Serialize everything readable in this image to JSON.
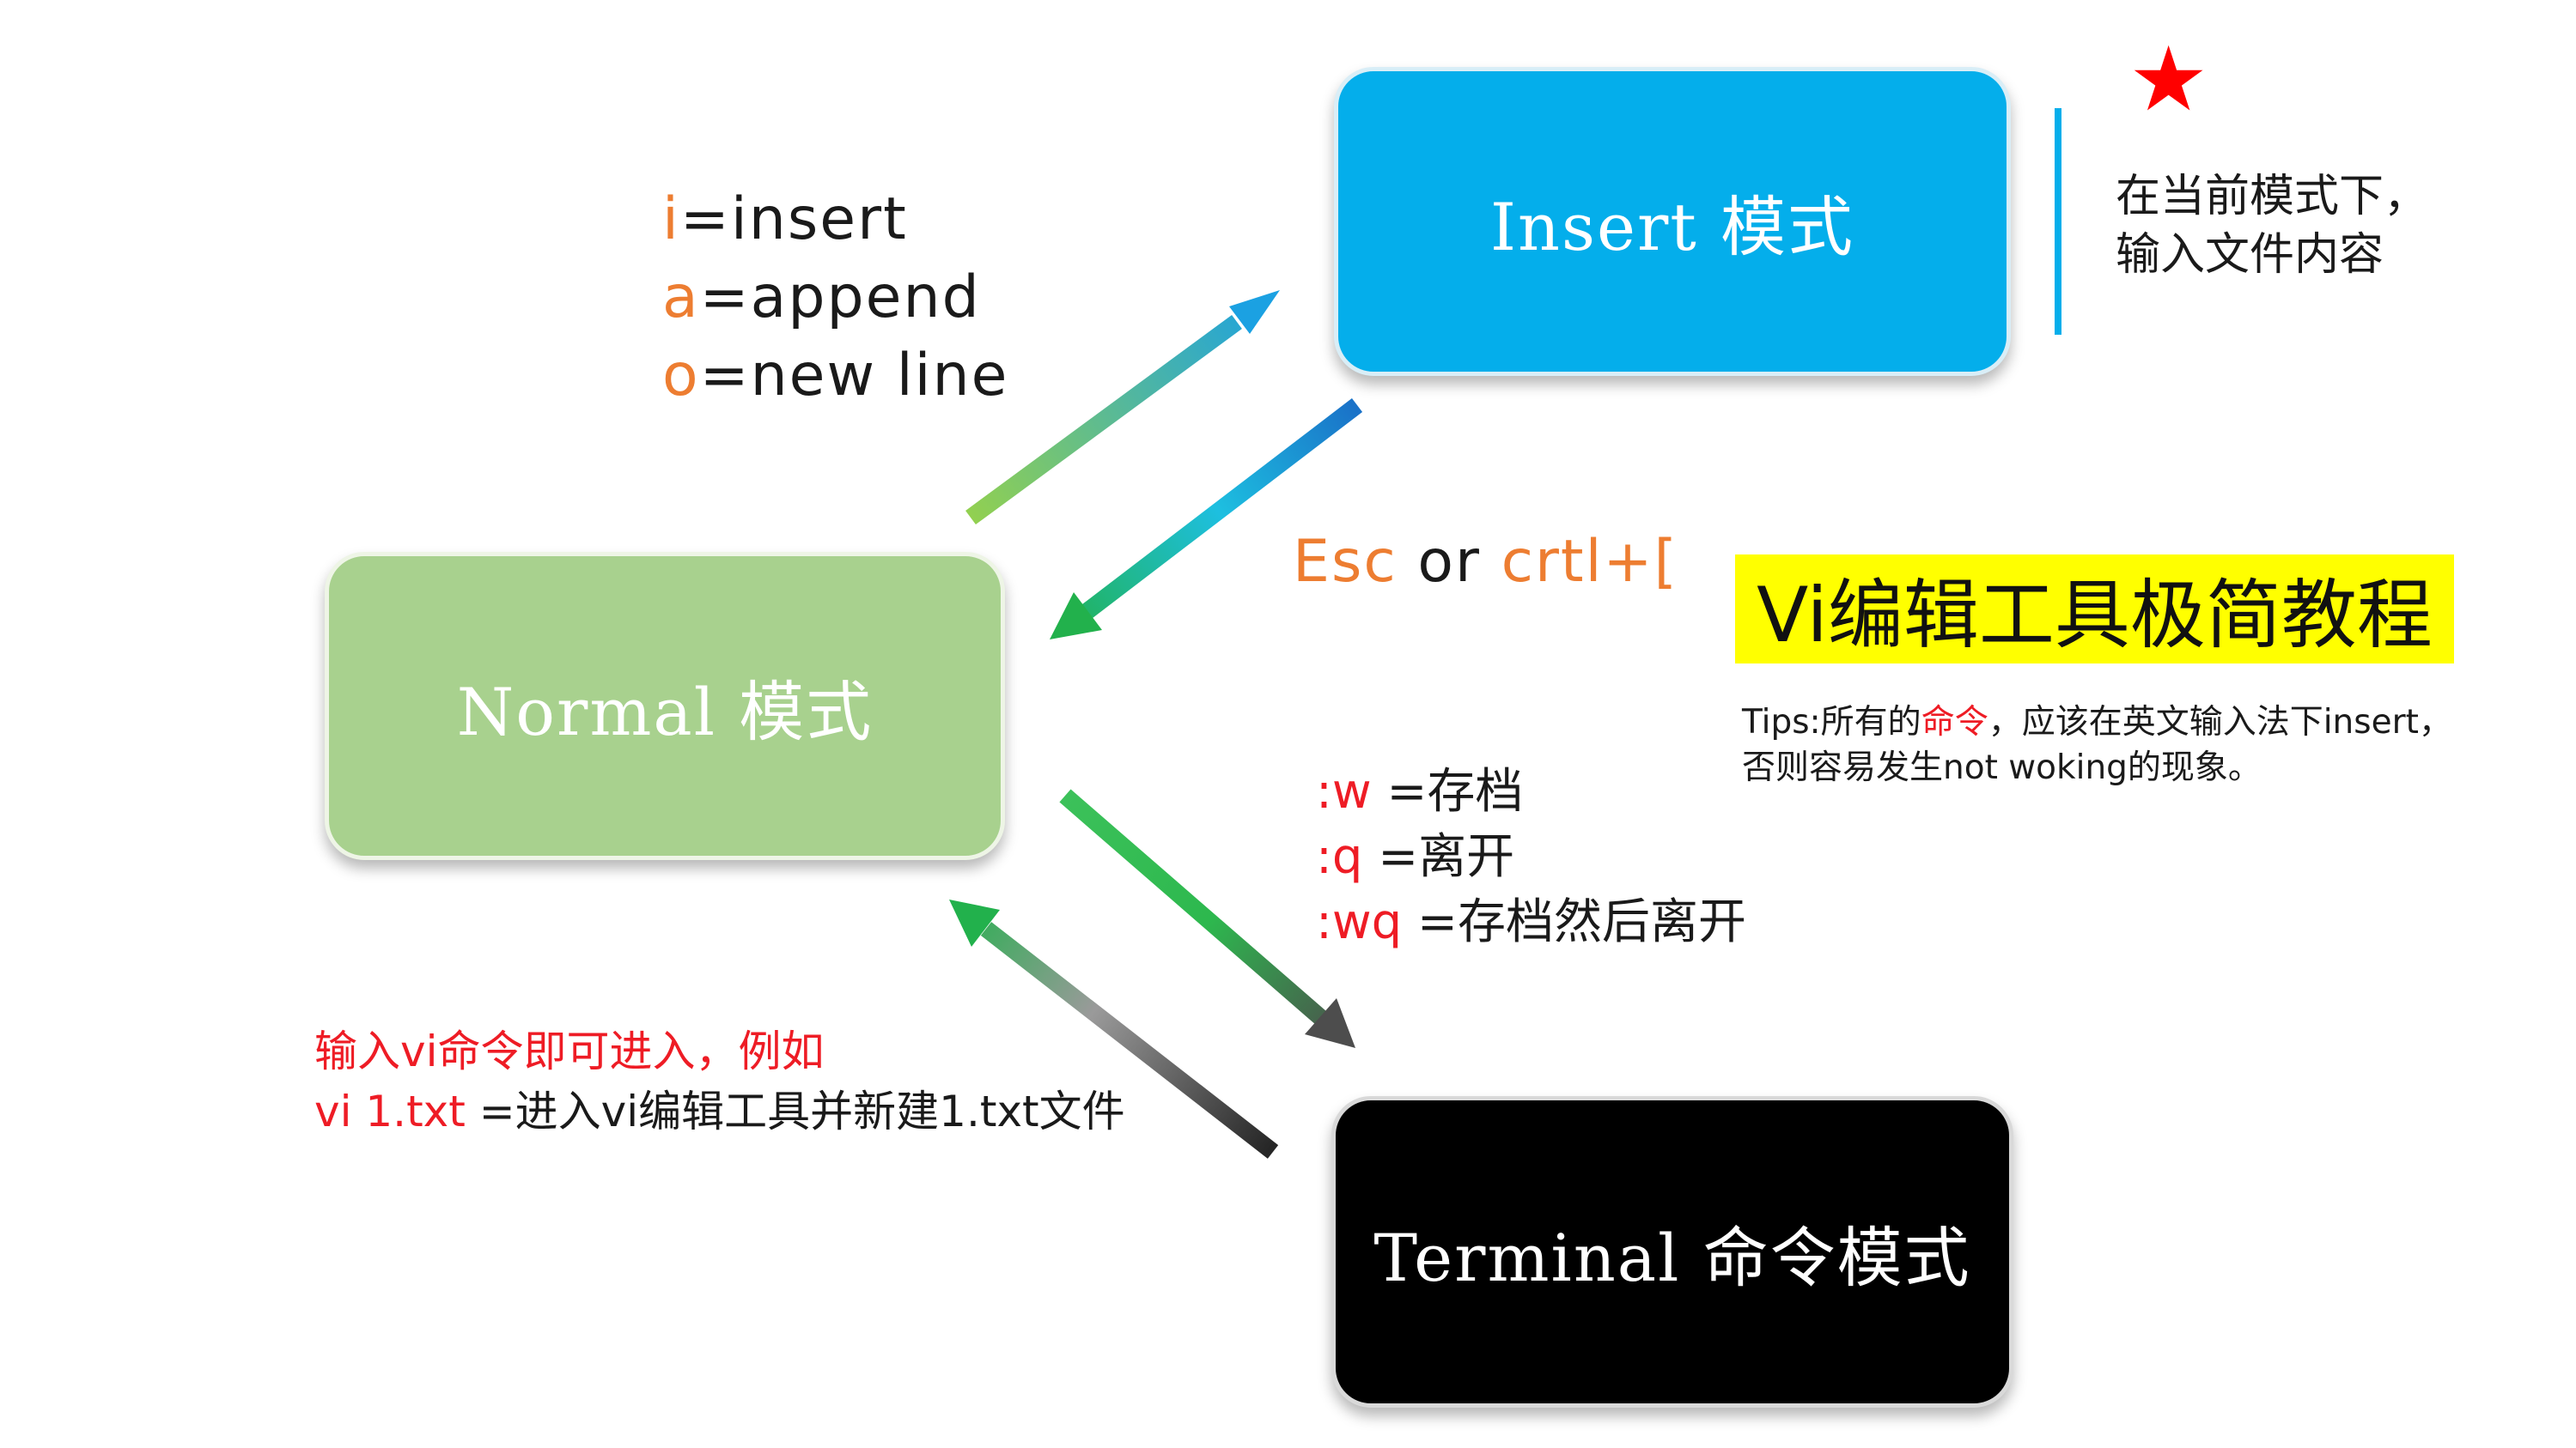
{
  "modes": {
    "insert": "Insert 模式",
    "normal": "Normal 模式",
    "terminal": "Terminal 命令模式"
  },
  "insert_keys": [
    {
      "key": "i",
      "rest": "=insert"
    },
    {
      "key": "a",
      "rest": "=append"
    },
    {
      "key": "o",
      "rest": "=new line"
    }
  ],
  "escape": {
    "part1": "Esc",
    "part2": " or ",
    "part3": "crtl+["
  },
  "save_commands": [
    {
      "cmd": ":w",
      "rest": " =存档"
    },
    {
      "cmd": ":q",
      "rest": " =离开"
    },
    {
      "cmd": ":wq",
      "rest": " =存档然后离开"
    }
  ],
  "enter_hint": {
    "line1": "输入vi命令即可进入，例如",
    "line2_red": "vi 1.txt",
    "line2_rest": " =进入vi编辑工具并新建1.txt文件"
  },
  "insert_note": {
    "star": "★",
    "line1": "在当前模式下，",
    "line2": "输入文件内容"
  },
  "title": "Vi编辑工具极简教程",
  "tips": {
    "part1": "Tips:所有的",
    "part2": "命令",
    "part3": "，应该在英文输入法下insert，",
    "line2": "否则容易发生not woking的现象。"
  },
  "colors": {
    "insert_box": "#04aeeb",
    "normal_box": "#a8d18e",
    "terminal_box": "#000000",
    "key_orange": "#ed7d31",
    "command_red": "#ee1c25",
    "title_highlight": "#ffff00",
    "star": "#ff0000"
  }
}
